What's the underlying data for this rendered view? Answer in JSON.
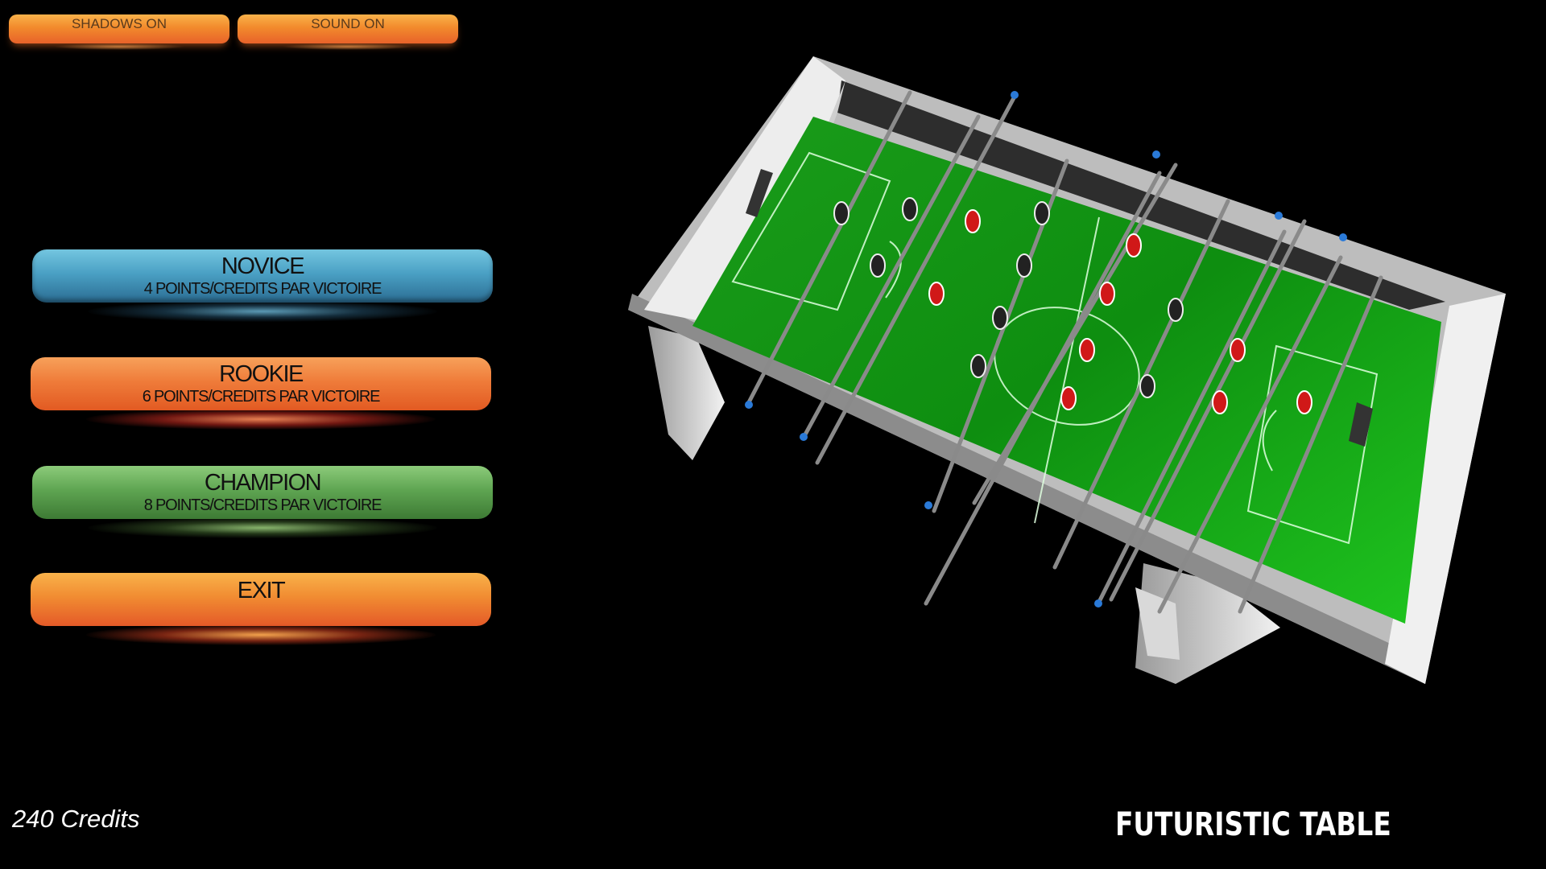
{
  "settings": {
    "shadows_label": "SHADOWS ON",
    "sound_label": "SOUND ON"
  },
  "menu": {
    "novice": {
      "title": "NOVICE",
      "subtitle": "4 POINTS/CREDITS PAR VICTOIRE",
      "color": "#4aa0c4"
    },
    "rookie": {
      "title": "ROOKIE",
      "subtitle": "6 POINTS/CREDITS PAR VICTOIRE",
      "color": "#ef7c3a"
    },
    "champion": {
      "title": "CHAMPION",
      "subtitle": "8 POINTS/CREDITS PAR VICTOIRE",
      "color": "#5fa552"
    },
    "exit": {
      "title": "EXIT",
      "color": "#f18c32"
    }
  },
  "status": {
    "credits": "240 Credits"
  },
  "game": {
    "table_name": "FUTURISTIC TABLE",
    "field_color": "#1faa1f",
    "red_team_color": "#d01818",
    "black_team_color": "#222222",
    "rod_handle_color": "#2a7ad8"
  }
}
